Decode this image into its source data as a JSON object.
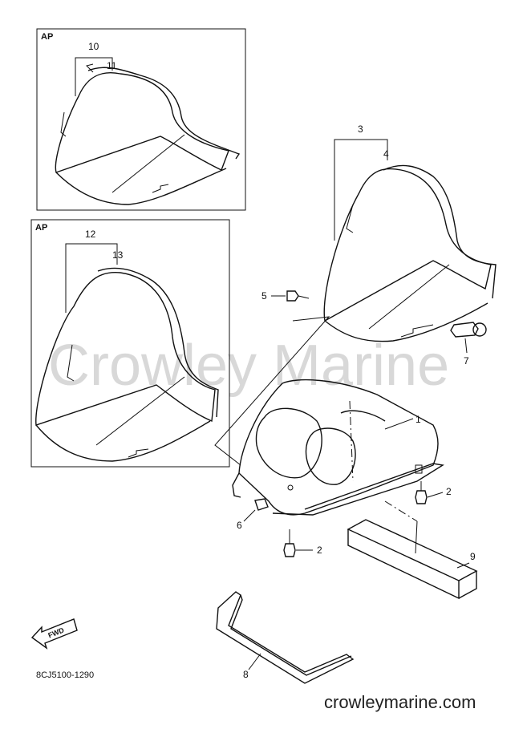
{
  "watermark": "Crowley Marine",
  "site_url": "crowleymarine.com",
  "part_code": "8CJ5100-1290",
  "fwd_label": "FWD",
  "box_top": {
    "label": "AP",
    "callouts": [
      "10",
      "11"
    ]
  },
  "box_bottom": {
    "label": "AP",
    "callouts": [
      "12",
      "13"
    ]
  },
  "callouts": {
    "c1": "1",
    "c2a": "2",
    "c2b": "2",
    "c3": "3",
    "c4": "4",
    "c5": "5",
    "c6": "6",
    "c7": "7",
    "c8": "8",
    "c9": "9"
  }
}
